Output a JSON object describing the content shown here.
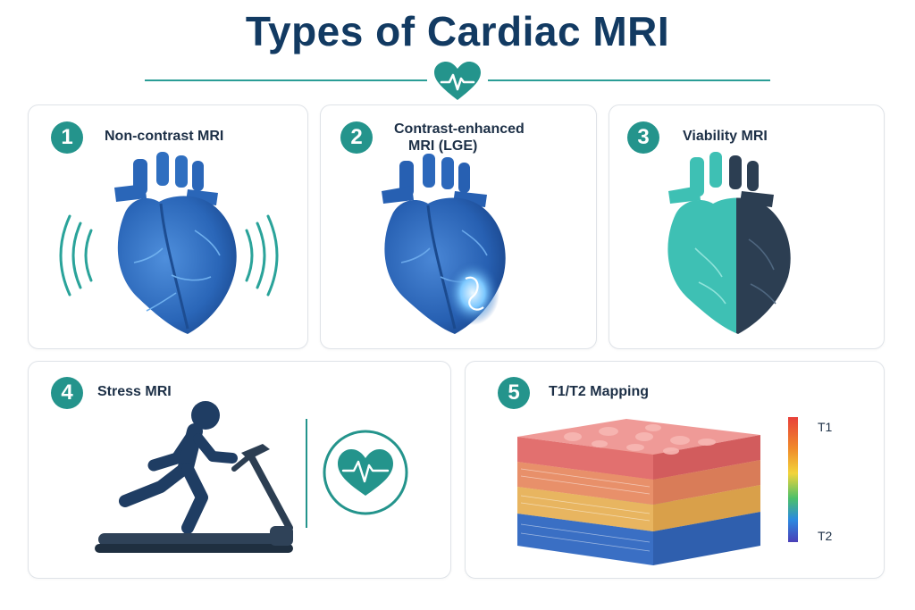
{
  "page_title": "Types of Cardiac MRI",
  "colors": {
    "title": "#123a62",
    "accent_teal": "#24948c",
    "card_border": "#dfe3e8",
    "heart_blue": "#2f6fc0",
    "heart_dark": "#2c3e52",
    "heart_teal": "#3ec0b4"
  },
  "cards": [
    {
      "number": "1",
      "label": "Non-contrast MRI",
      "icon": "heart-with-sound-waves-icon"
    },
    {
      "number": "2",
      "label_line1": "Contrast-enhanced",
      "label_line2": "MRI (LGE)",
      "icon": "heart-with-glowing-enhancement-icon"
    },
    {
      "number": "3",
      "label": "Viability MRI",
      "icon": "split-teal-dark-heart-icon"
    },
    {
      "number": "4",
      "label": "Stress MRI",
      "icon": "treadmill-runner-icon"
    },
    {
      "number": "5",
      "label": "T1/T2 Mapping",
      "icon": "tissue-layers-icon"
    }
  ],
  "mapping_scale": {
    "top_label": "T1",
    "bottom_label": "T2"
  }
}
